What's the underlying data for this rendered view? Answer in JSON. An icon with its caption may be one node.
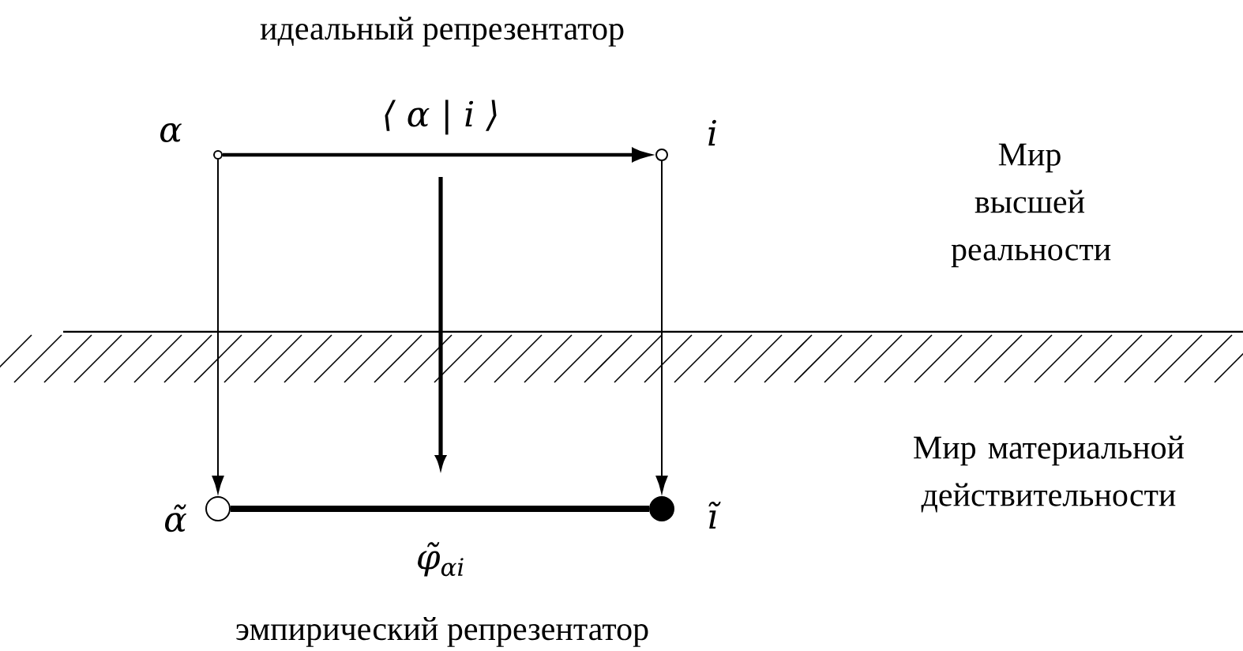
{
  "diagram": {
    "nodes": [
      {
        "text": [],
        "shape": "circle",
        "beside": [
          "α"
        ]
      },
      {
        "text": [],
        "shape": "circle",
        "beside": [
          "i"
        ]
      },
      {
        "text": [],
        "shape": "circle",
        "beside": [
          "α̃"
        ]
      },
      {
        "text": [],
        "shape": "circle",
        "beside": [
          "ĩ"
        ]
      }
    ],
    "edges": [
      {
        "from": 0,
        "to": 1,
        "arrow": "to",
        "label": "⟨ α | i ⟩"
      },
      {
        "from": 0,
        "to": 2,
        "arrow": "to"
      },
      {
        "from": 1,
        "to": 3,
        "arrow": "to"
      },
      {
        "from": 2,
        "to": 3,
        "arrow": "none",
        "style": "thick",
        "label": "φ̃$_{αi}$"
      }
    ],
    "labels": [
      "идеальный репрезентатор",
      "Мир высшей реальности",
      "Мир материальной действительности",
      "эмпирический репрезентатор"
    ]
  }
}
